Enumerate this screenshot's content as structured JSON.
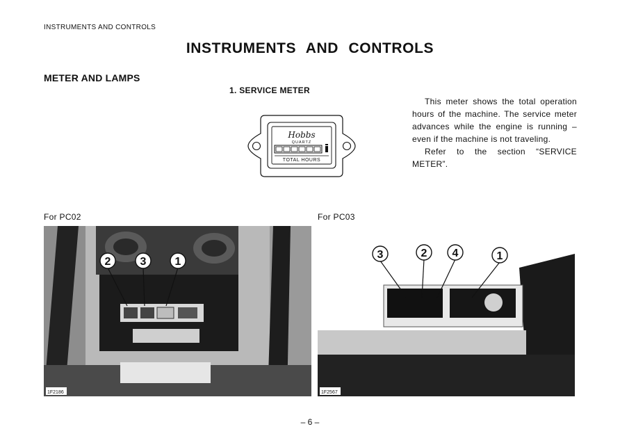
{
  "running_head": "INSTRUMENTS AND CONTROLS",
  "page_title": "INSTRUMENTS AND CONTROLS",
  "section_heading": "METER AND LAMPS",
  "subsection_heading": "1. SERVICE METER",
  "body": {
    "paragraph_1": "This meter shows the total operation hours of the machine. The service meter advances while the engine is running – even if the machine is not traveling.",
    "paragraph_2": "Refer to the section “SERVICE METER”."
  },
  "meter_illustration": {
    "brand": "Hobbs",
    "sub_brand": "QUARTZ",
    "label": "TOTAL HOURS"
  },
  "figure_left": {
    "caption": "For PC02",
    "callouts": [
      "2",
      "3",
      "1"
    ],
    "code": "1F2186"
  },
  "figure_right": {
    "caption": "For PC03",
    "callouts": [
      "3",
      "2",
      "4",
      "1"
    ],
    "code": "1F2567"
  },
  "page_number": "– 6 –"
}
